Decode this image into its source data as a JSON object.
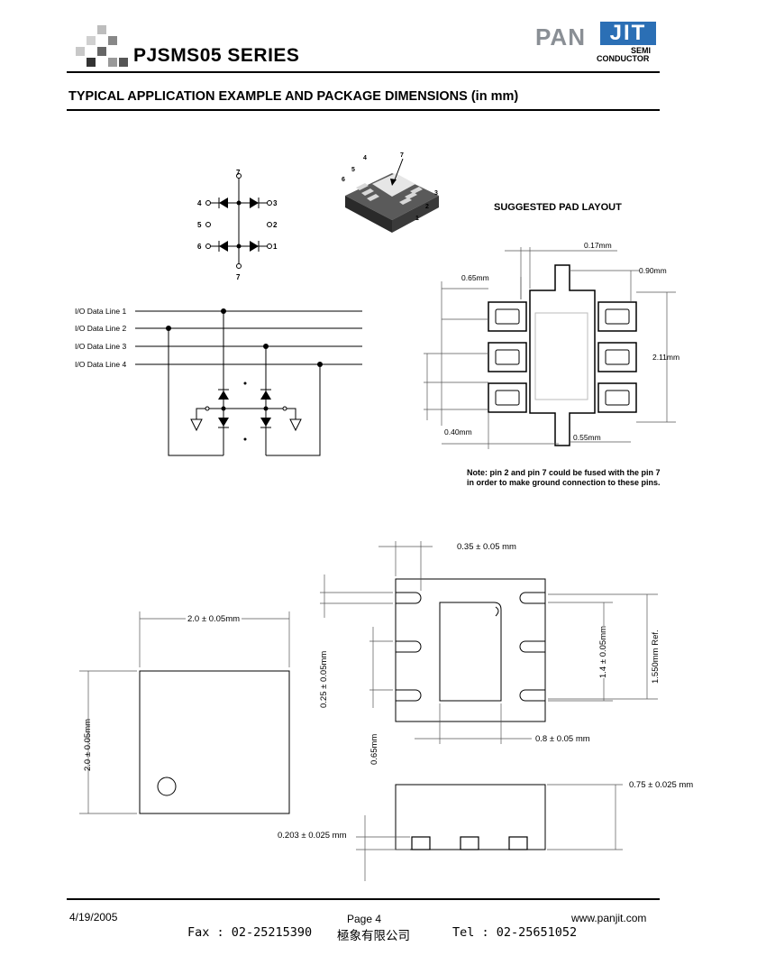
{
  "header": {
    "series_title": "PJSMS05 SERIES",
    "logo_pan": "PAN",
    "logo_jit": "JIT",
    "logo_semi": "SEMI",
    "logo_conductor": "CONDUCTOR"
  },
  "section_title": "TYPICAL APPLICATION EXAMPLE AND PACKAGE DIMENSIONS (in mm)",
  "pin_diagram": {
    "pins": [
      "7",
      "4",
      "3",
      "5",
      "2",
      "6",
      "1",
      "7"
    ],
    "package_pins": [
      "7",
      "4",
      "5",
      "6",
      "3",
      "2",
      "1"
    ]
  },
  "application": {
    "lines": [
      "I/O Data Line 1",
      "I/O Data Line 2",
      "I/O Data Line 3",
      "I/O Data Line 4"
    ]
  },
  "pad_layout": {
    "title": "SUGGESTED PAD LAYOUT",
    "dims": {
      "d017": "0.17mm",
      "d065": "0.65mm",
      "d090": "0.90mm",
      "d211": "2.11mm",
      "d040": "0.40mm",
      "d055": "0.55mm"
    },
    "note": "Note: pin 2 and pin 7 could be fused with the pin 7 in order to make ground connection to these pins."
  },
  "package_dims": {
    "top_width": "2.0 ± 0.05mm",
    "top_height": "2.0 ± 0.05mm",
    "pad_width": "0.35 ± 0.05 mm",
    "pad_pitch": "0.25 ± 0.05mm",
    "pitch": "0.65mm",
    "exposed_width": "0.8 ± 0.05 mm",
    "exposed_height": "1.4 ± 0.05mm",
    "ref_height": "1.550mm  Ref.",
    "thickness": "0.75 ± 0.025 mm",
    "standoff": "0.203 ± 0.025 mm"
  },
  "footer": {
    "date": "4/19/2005",
    "page": "Page  4",
    "website": "www.panjit.com",
    "fax": "Fax : 02-25215390",
    "company": "極象有限公司",
    "tel": "Tel : 02-25651052"
  }
}
